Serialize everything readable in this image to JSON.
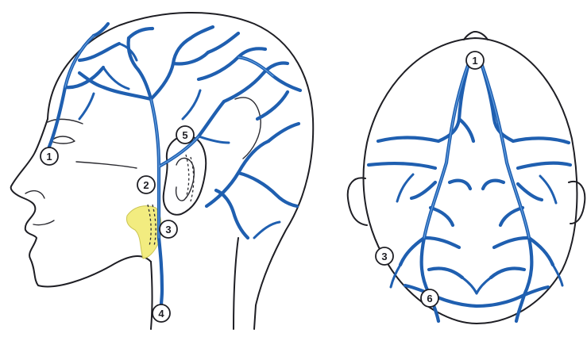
{
  "colors": {
    "vein": "#1f5fb0",
    "vein_highlight": "#6aa6e6",
    "outline": "#1e1e24",
    "gland": "#f2ec7a"
  },
  "side_view": {
    "markers": [
      "1",
      "2",
      "3",
      "4",
      "5"
    ]
  },
  "top_view": {
    "markers": [
      "1",
      "3",
      "6"
    ]
  }
}
